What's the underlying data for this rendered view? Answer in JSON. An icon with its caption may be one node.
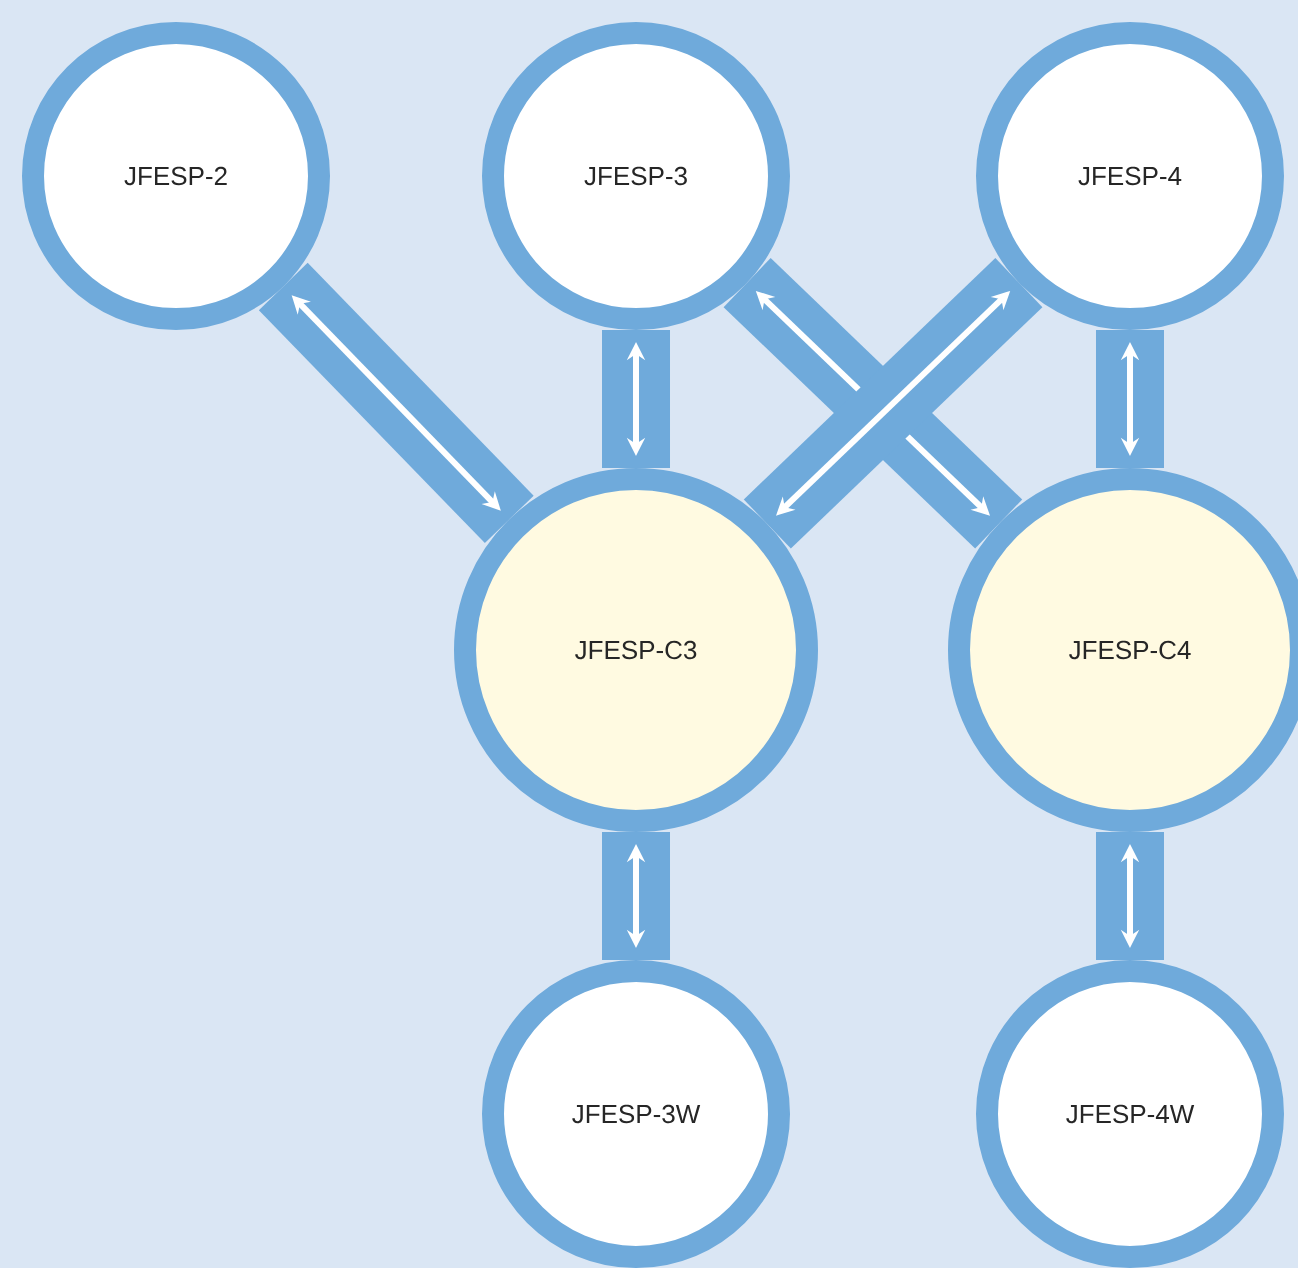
{
  "diagram": {
    "nodes": [
      {
        "text": [
          "JFESP-2"
        ]
      },
      {
        "text": [
          "JFESP-3"
        ]
      },
      {
        "text": [
          "JFESP-4"
        ]
      },
      {
        "text": [
          "JFESP-C3"
        ]
      },
      {
        "text": [
          "JFESP-C4"
        ]
      },
      {
        "text": [
          "JFESP-3W"
        ]
      },
      {
        "text": [
          "JFESP-4W"
        ]
      }
    ],
    "edges": [
      {
        "from": 0,
        "to": 3,
        "arrow": "both"
      },
      {
        "from": 1,
        "to": 3,
        "arrow": "both"
      },
      {
        "from": 1,
        "to": 4,
        "arrow": "both"
      },
      {
        "from": 2,
        "to": 3,
        "arrow": "both"
      },
      {
        "from": 2,
        "to": 4,
        "arrow": "both"
      },
      {
        "from": 3,
        "to": 5,
        "arrow": "both"
      },
      {
        "from": 4,
        "to": 6,
        "arrow": "both"
      }
    ]
  }
}
